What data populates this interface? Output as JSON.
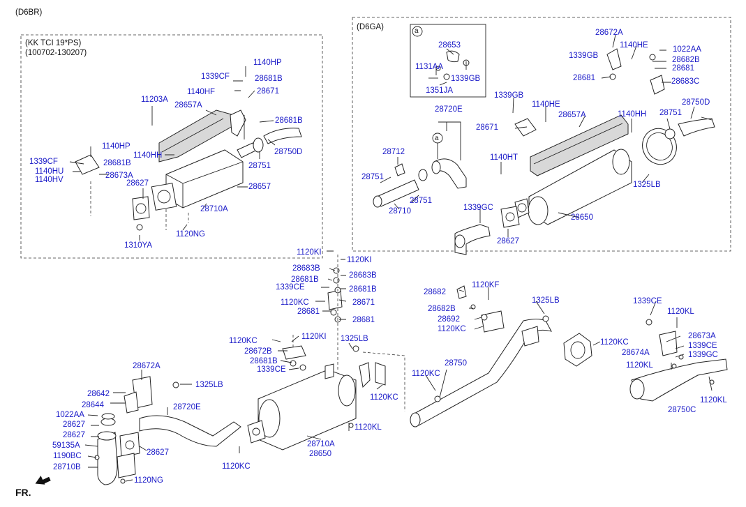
{
  "diagram": {
    "model_code": "(D6BR)",
    "left_box": {
      "line1": "(KK TCI 19*PS)",
      "line2": "(100702-130207)"
    },
    "right_box": {
      "title": "(D6GA)",
      "inset_marker": "a"
    },
    "callout_marker": "a",
    "fr_label": "FR.",
    "labels": [
      "1140HP",
      "1339CF",
      "28681B",
      "1140HF",
      "28671",
      "11203A",
      "28657A",
      "28681B",
      "28750D",
      "1140HP",
      "1339CF",
      "28681B",
      "1140HU",
      "1140HV",
      "28673A",
      "1140HH",
      "28751",
      "28627",
      "28657",
      "28710A",
      "1310YA",
      "1120NG",
      "28653",
      "1131AA",
      "1339GB",
      "1351JA",
      "28672A",
      "1339GB",
      "1140HE",
      "1022AA",
      "28682B",
      "28681",
      "28681",
      "28683C",
      "28720E",
      "1339GB",
      "1140HE",
      "28657A",
      "1140HH",
      "28751",
      "28750D",
      "28671",
      "28712",
      "1140HT",
      "28751",
      "28751",
      "28710",
      "1325LB",
      "1339GC",
      "28650",
      "28627",
      "1120KI",
      "1120KI",
      "28683B",
      "28683B",
      "28681B",
      "28681B",
      "1339CE",
      "1120KC",
      "28671",
      "28681",
      "28681",
      "1120KC",
      "1120KI",
      "28672B",
      "28681B",
      "1339CE",
      "1325LB",
      "28682",
      "1120KF",
      "1325LB",
      "28682B",
      "28692",
      "1120KC",
      "1339CE",
      "1120KL",
      "28673A",
      "28674A",
      "1339CE",
      "1120KC",
      "1120KL",
      "1339GC",
      "28750",
      "1120KC",
      "1120KC",
      "28750C",
      "1120KL",
      "28672A",
      "1325LB",
      "28642",
      "28644",
      "28720E",
      "1022AA",
      "28627",
      "28627",
      "59135A",
      "28627",
      "1190BC",
      "28710B",
      "1120NG",
      "1120KL",
      "28710A",
      "28650",
      "1120KC"
    ]
  }
}
